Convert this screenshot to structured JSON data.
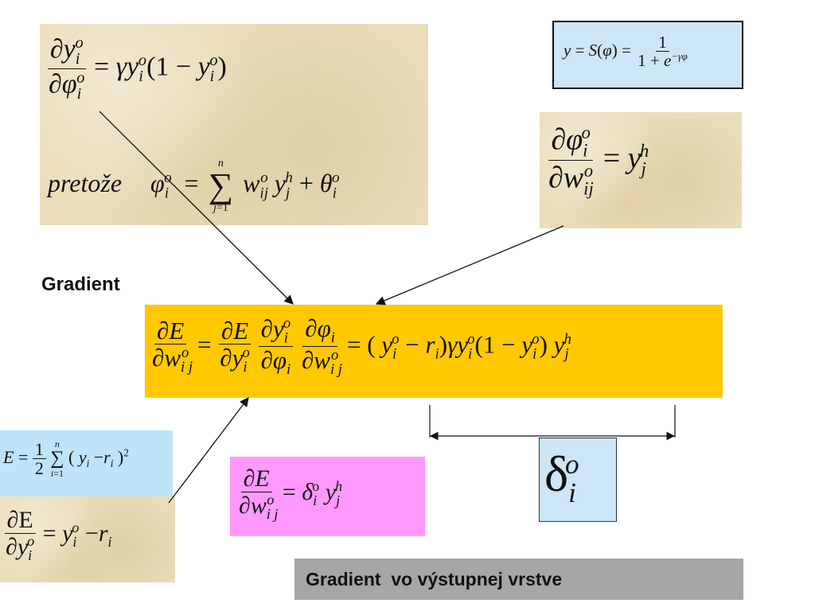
{
  "labels": {
    "gradient": "Gradient",
    "footer": "Gradient  vo výstupnej vrstve",
    "pretoze": "pretože"
  },
  "colors": {
    "main_box": "#ffc800",
    "sigmoid_box": "#cde6f7",
    "error_box": "#bfe3fb",
    "delta_box": "#cde6f7",
    "result_box": "#ff99ff",
    "footer_box": "#a6a6a6",
    "parchment": "#e9dcb8"
  }
}
